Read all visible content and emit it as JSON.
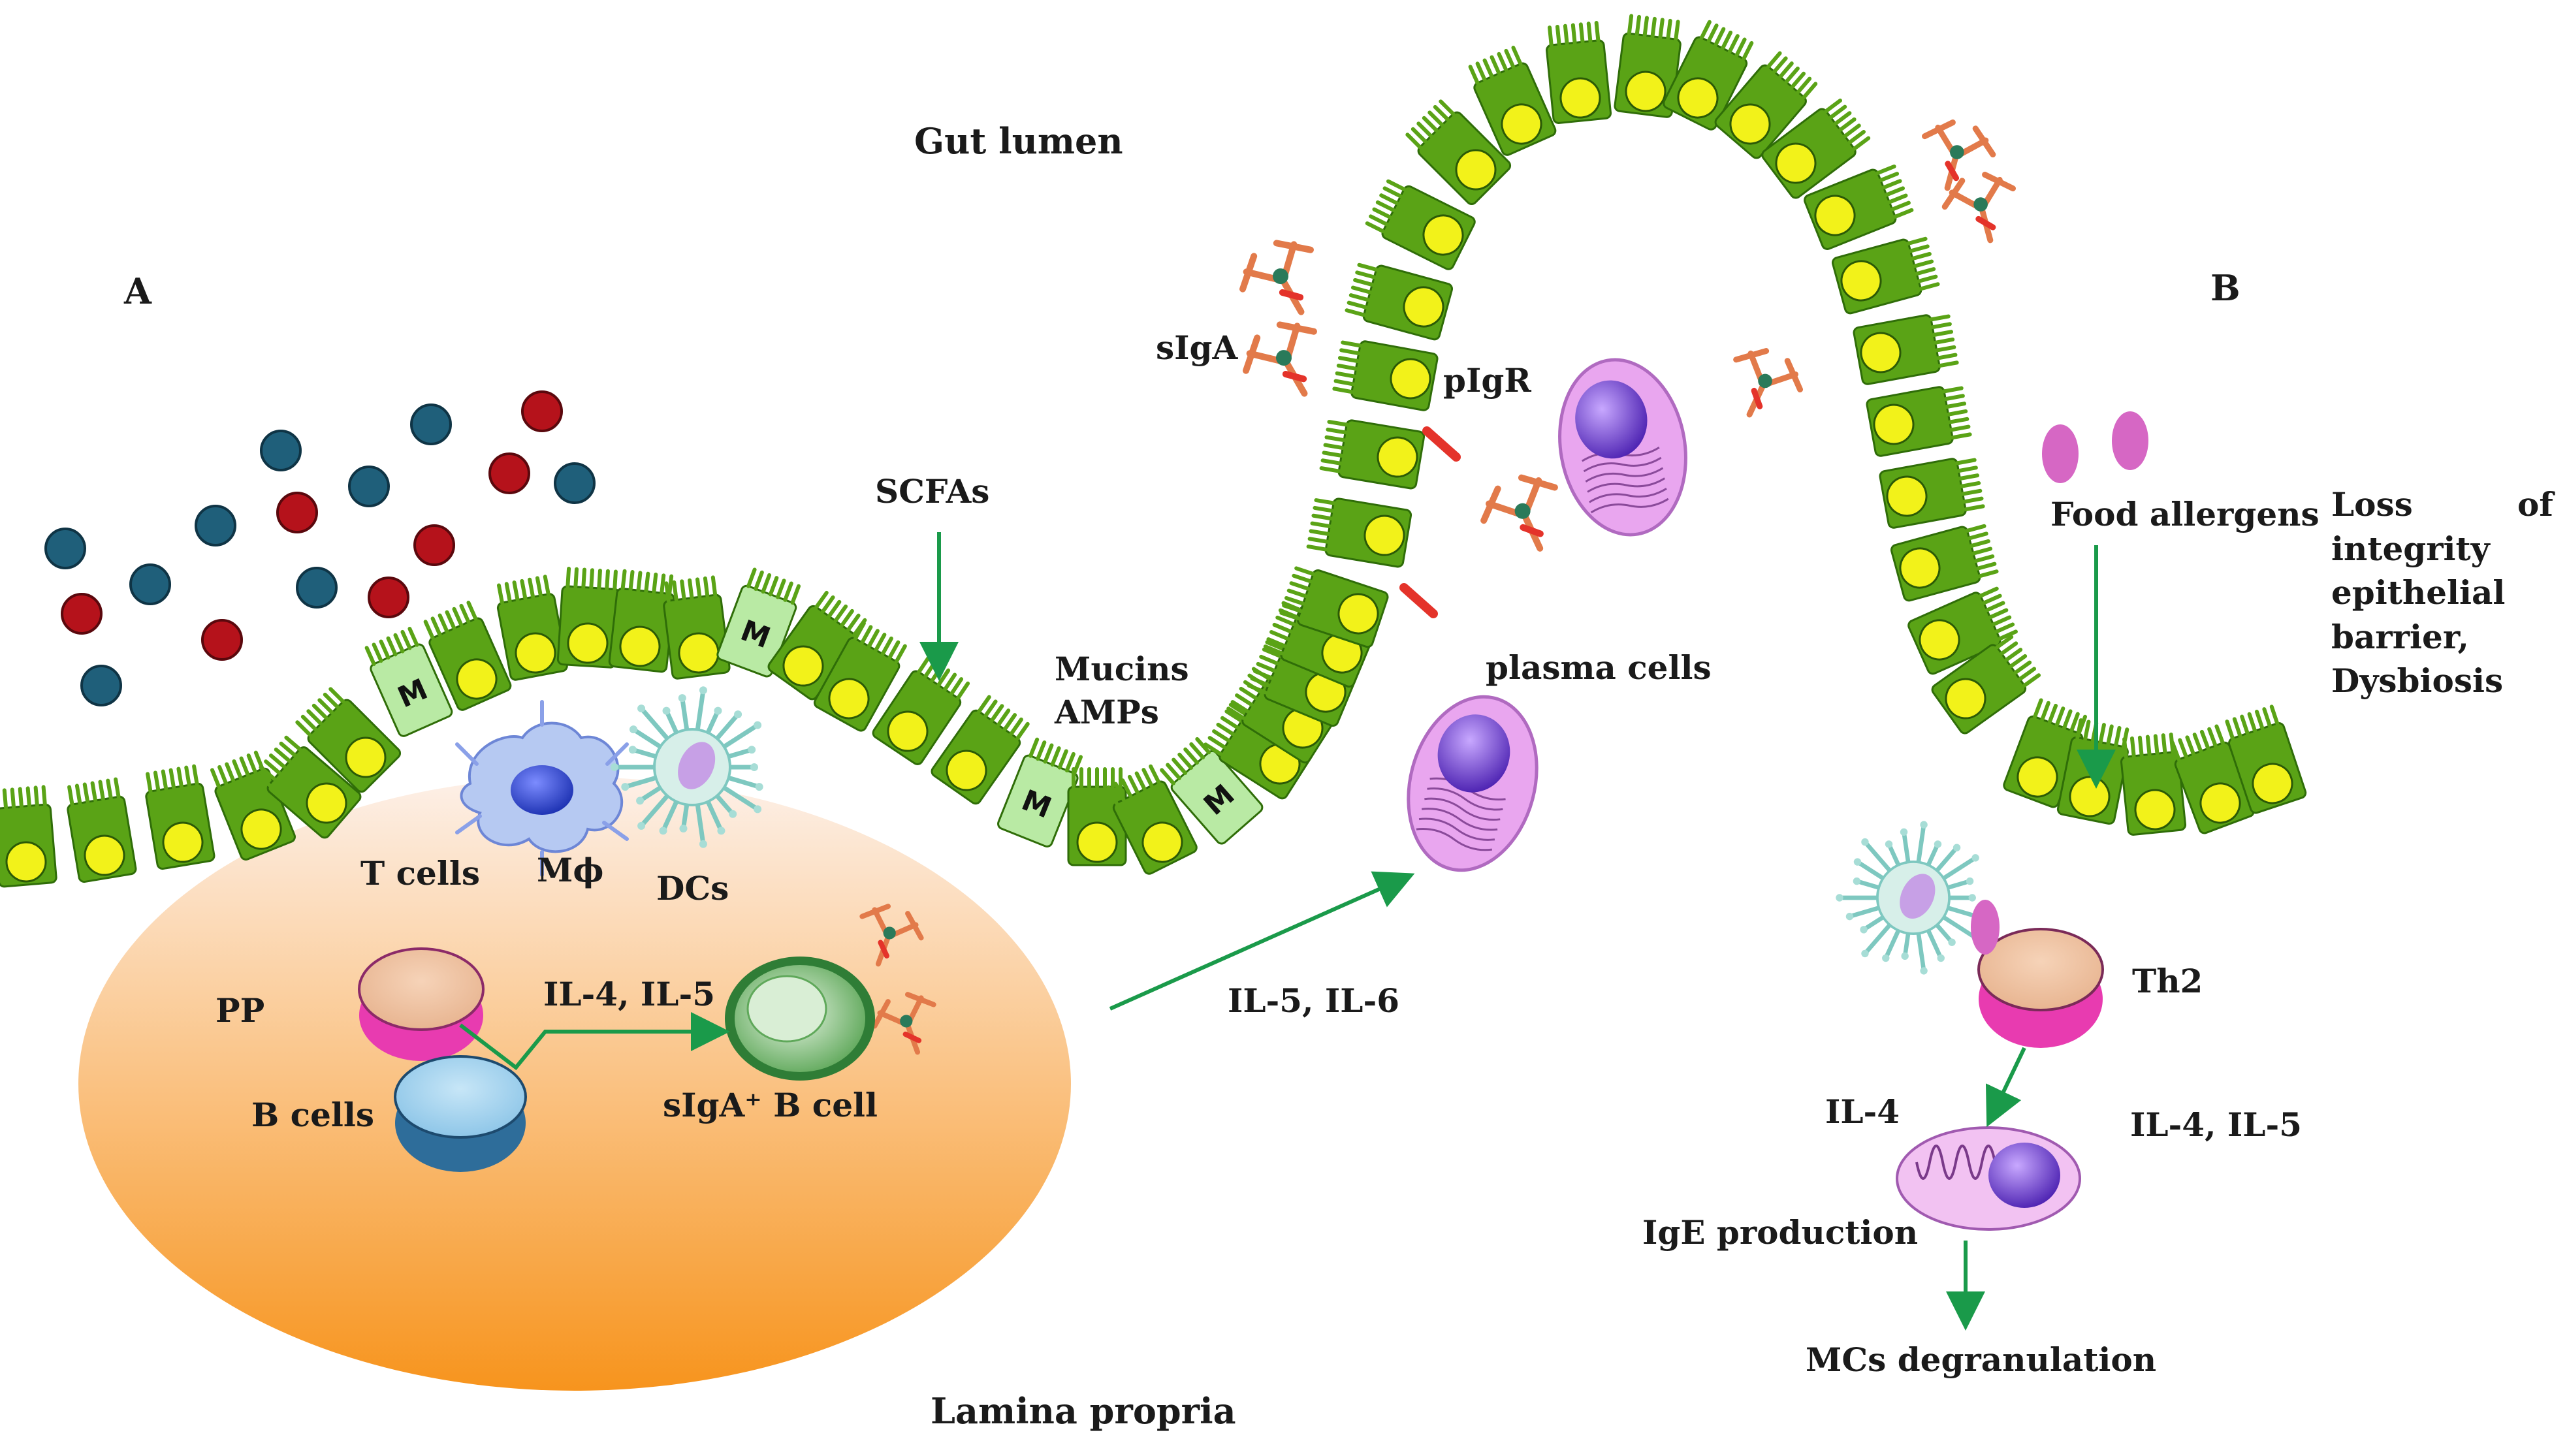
{
  "labels": {
    "gut_lumen": "Gut lumen",
    "lamina_propria": "Lamina propria",
    "panel_a": "A",
    "panel_b": "B",
    "sIgA": "sIgA",
    "pIgR": "pIgR",
    "scfas": "SCFAs",
    "mucins": "Mucins",
    "amps": "AMPs",
    "plasma_cells": "plasma cells",
    "t_cells": "T cells",
    "macrophage": "Mϕ",
    "dcs": "DCs",
    "pp": "PP",
    "il4_il5_left": "IL-4, IL-5",
    "b_cells": "B cells",
    "sIgA_b_cell": "sIgA⁺ B cell",
    "il5_il6": "IL-5, IL-6",
    "food_allergens": "Food allergens",
    "loss": "Loss",
    "of": "of",
    "integrity": "integrity",
    "epithelial": "epithelial",
    "barrier": "barrier,",
    "dysbiosis": "Dysbiosis",
    "th2": "Th2",
    "il4": "IL-4",
    "il4_il5_right": "IL-4, IL-5",
    "ige_production": "IgE production",
    "mcs_degranulation": "MCs degranulation",
    "m_cell": "M"
  },
  "colors": {
    "epithelium": "#5aa316",
    "epithelium_dark": "#2f6d08",
    "nucleus": "#f2f21a",
    "m_cell": "#b9eaa4",
    "peyer_patch_top": "#fdeee4",
    "peyer_patch_bottom": "#f7941d",
    "arrow": "#1a9a4a",
    "bacteria_blue": "#1f5f7a",
    "bacteria_red": "#b5121b",
    "t_cell": "#e83bb0",
    "b_cell": "#2e6d9a",
    "igA_b_cell": "#3f9a4a",
    "plasma_cell": "#e9a6ef",
    "plasma_nucleus": "#5a2fbf",
    "antibody": "#e27a4a",
    "food_allergen": "#d667c4"
  },
  "icons": [
    "bacteria",
    "antibody",
    "dendritic-cell",
    "macrophage",
    "plasma-cell",
    "t-cell",
    "b-cell",
    "mast-cell",
    "food-allergen"
  ]
}
